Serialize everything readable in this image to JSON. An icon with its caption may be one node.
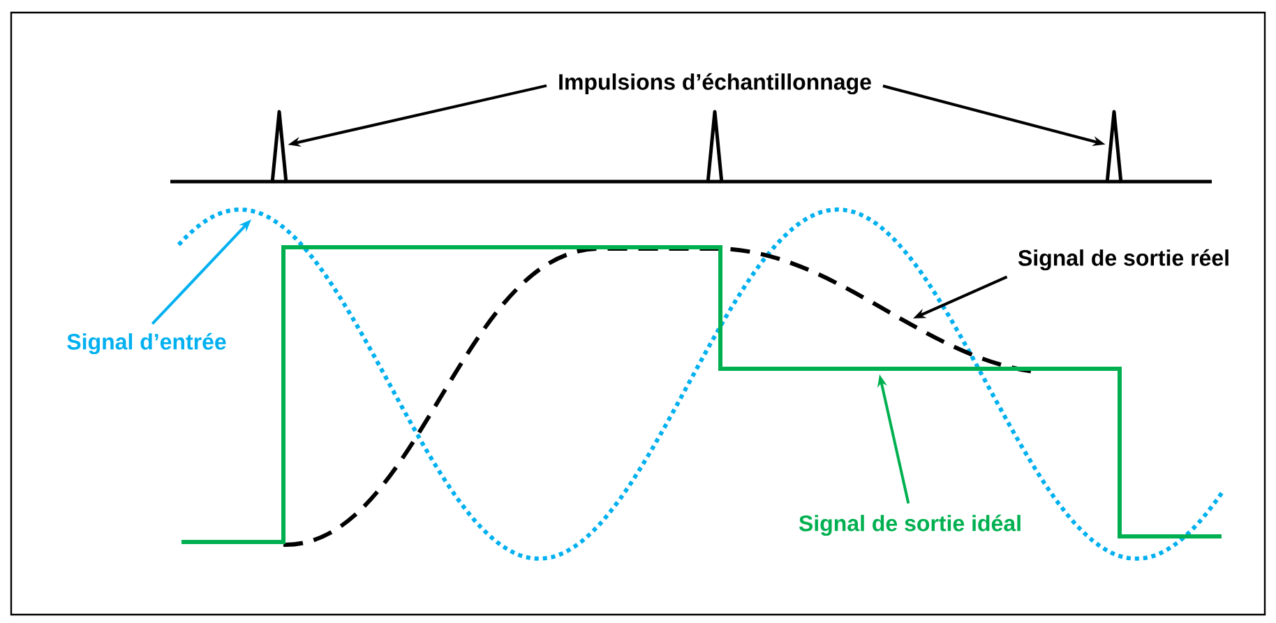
{
  "diagram": {
    "nodes": [
      {
        "text": [
          "Impulsions d’échantillonnage"
        ]
      },
      {
        "text": [
          "Signal d’entrée"
        ]
      },
      {
        "text": [
          "Signal de sortie réel"
        ]
      },
      {
        "text": [
          "Signal de sortie idéal"
        ]
      },
      {
        "text": [],
        "shape": "picture"
      },
      {
        "text": [],
        "shape": "picture"
      },
      {
        "text": [],
        "shape": "picture"
      }
    ],
    "edges": [
      {
        "from": 0,
        "to": 4,
        "arrow": "to"
      },
      {
        "from": 0,
        "to": 6,
        "arrow": "to"
      },
      {
        "from": 1,
        "to": null,
        "arrow": "to",
        "color": "#00b0f0"
      },
      {
        "from": 2,
        "to": null,
        "arrow": "to"
      },
      {
        "from": 3,
        "to": null,
        "arrow": "to",
        "color": "#00b050"
      }
    ]
  }
}
